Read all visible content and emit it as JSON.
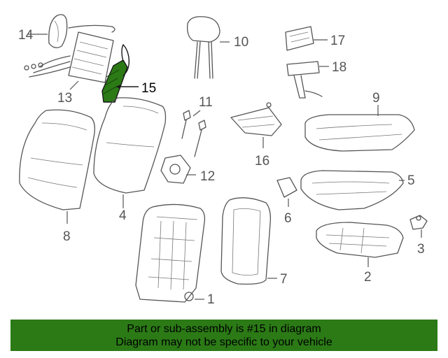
{
  "diagram": {
    "highlighted_part": "15",
    "highlight_color": "#2b7a16",
    "callouts": {
      "c1": "1",
      "c2": "2",
      "c3": "3",
      "c4": "4",
      "c5": "5",
      "c6": "6",
      "c7": "7",
      "c8": "8",
      "c9": "9",
      "c10": "10",
      "c11": "11",
      "c12": "12",
      "c13": "13",
      "c14": "14",
      "c15": "15",
      "c16": "16",
      "c17": "17",
      "c18": "18"
    }
  },
  "banner": {
    "line1": "Part or sub-assembly is #15 in diagram",
    "line2": "Diagram may not be specific to your vehicle",
    "background": "#2b7a16"
  }
}
